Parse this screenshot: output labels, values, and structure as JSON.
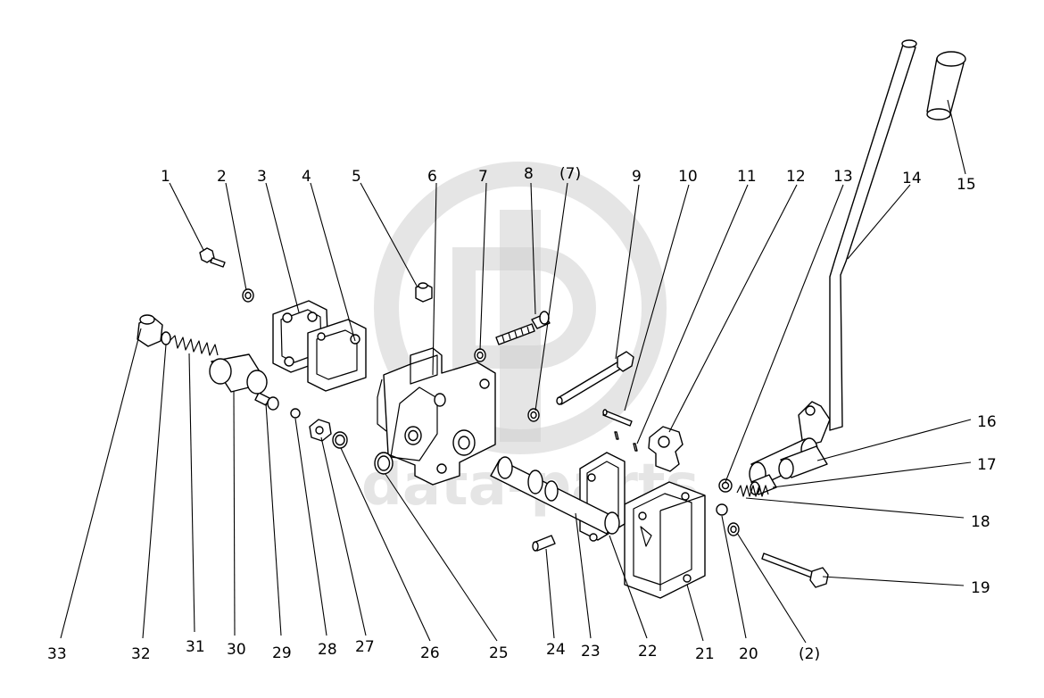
{
  "diagram": {
    "watermark_text": "data-parts",
    "callouts": [
      "1",
      "2",
      "3",
      "4",
      "5",
      "6",
      "7",
      "8",
      "(7)",
      "9",
      "10",
      "11",
      "12",
      "13",
      "14",
      "15",
      "16",
      "17",
      "18",
      "19",
      "(2)",
      "20",
      "21",
      "22",
      "23",
      "24",
      "25",
      "26",
      "27",
      "28",
      "29",
      "30",
      "31",
      "32",
      "33"
    ]
  }
}
